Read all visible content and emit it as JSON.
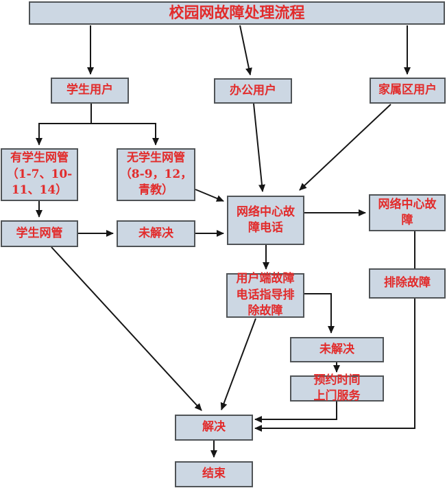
{
  "diagram": {
    "type": "flowchart",
    "language": "zh-CN"
  },
  "colors": {
    "canvas": "#ffffff",
    "box_fill": "#ccd7e3",
    "box_border": "#4f5356",
    "label_red": "#e22b2b",
    "connector": "#161616"
  },
  "title": {
    "label": "校园网故障处理流程"
  },
  "nodes": [
    {
      "id": "title",
      "label": "校园网故障处理流程"
    },
    {
      "id": "student-user",
      "label": "学生用户"
    },
    {
      "id": "office-user",
      "label": "办公用户"
    },
    {
      "id": "family-area-user",
      "label": "家属区用户"
    },
    {
      "id": "has-student-admin",
      "label": "有学生网管\n（1-7、10-\n11、14）"
    },
    {
      "id": "no-student-admin",
      "label": "无学生网管\n（8-9，12，\n青教）"
    },
    {
      "id": "student-admin",
      "label": "学生网管"
    },
    {
      "id": "unresolved-1",
      "label": "未解决"
    },
    {
      "id": "network-center-phone",
      "label": "网络中心故\n障电话"
    },
    {
      "id": "network-center-fault",
      "label": "网络中心故\n障"
    },
    {
      "id": "troubleshoot",
      "label": "排除故障"
    },
    {
      "id": "user-side-guidance",
      "label": "用户端故障\n电话指导排\n除故障"
    },
    {
      "id": "unresolved-2",
      "label": "未解决"
    },
    {
      "id": "appointment",
      "label": "预约时间\n上门服务"
    },
    {
      "id": "resolved",
      "label": "解决"
    },
    {
      "id": "end",
      "label": "结束"
    }
  ]
}
